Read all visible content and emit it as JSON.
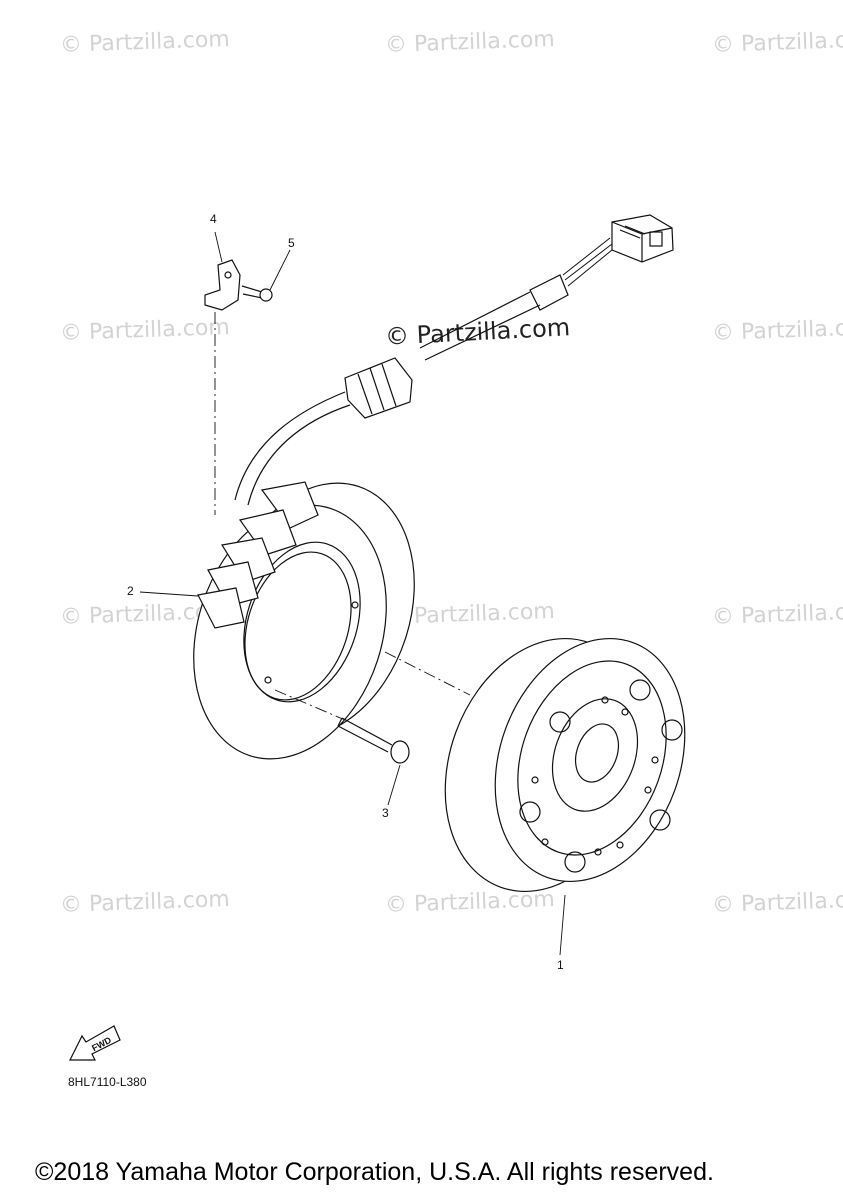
{
  "watermark": {
    "text": "© Partzilla.com",
    "center_text": "© Partzilla.com",
    "color": "#d3d3d3"
  },
  "callouts": {
    "one": "1",
    "two": "2",
    "three": "3",
    "four": "4",
    "five": "5"
  },
  "fwd_label": "FWD",
  "drawing_code": "8HL7110-L380",
  "copyright": "©2018 Yamaha Motor Corporation, U.S.A. All rights reserved."
}
